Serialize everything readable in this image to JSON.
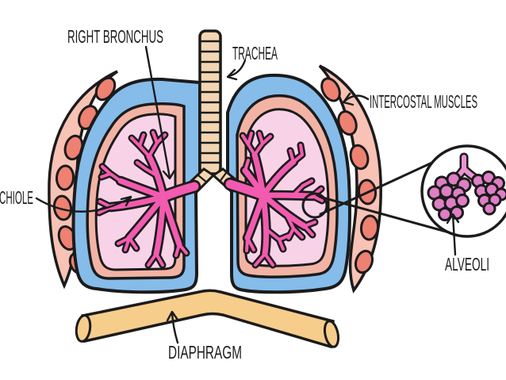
{
  "labels": {
    "right_bronchus": "RIGHT BRONCHUS",
    "trachea": "TRACHEA",
    "intercostal_muscles": "INTERCOSTAL MUSCLES",
    "bronchiole_partial": "CHIOLE",
    "alveoli": "ALVEOLI",
    "diaphragm": "DIAPHRAGM"
  },
  "colors": {
    "outline": "#1b1b1b",
    "pleura_blue": "#85BCEA",
    "lung_rim_salmon": "#F2B3A4",
    "lung_inner_pink": "#F8D3E8",
    "bronchi_pink": "#F25BAF",
    "rib_muscle_light": "#F8C2B5",
    "rib_oval": "#EE8172",
    "trachea_tan": "#F3D6B1",
    "diaphragm_tan": "#F7CD8C",
    "alveoli_orchid": "#DF7EC5",
    "alveoli_stem_pink": "#EC93D3",
    "background": "#FFFFFF"
  }
}
